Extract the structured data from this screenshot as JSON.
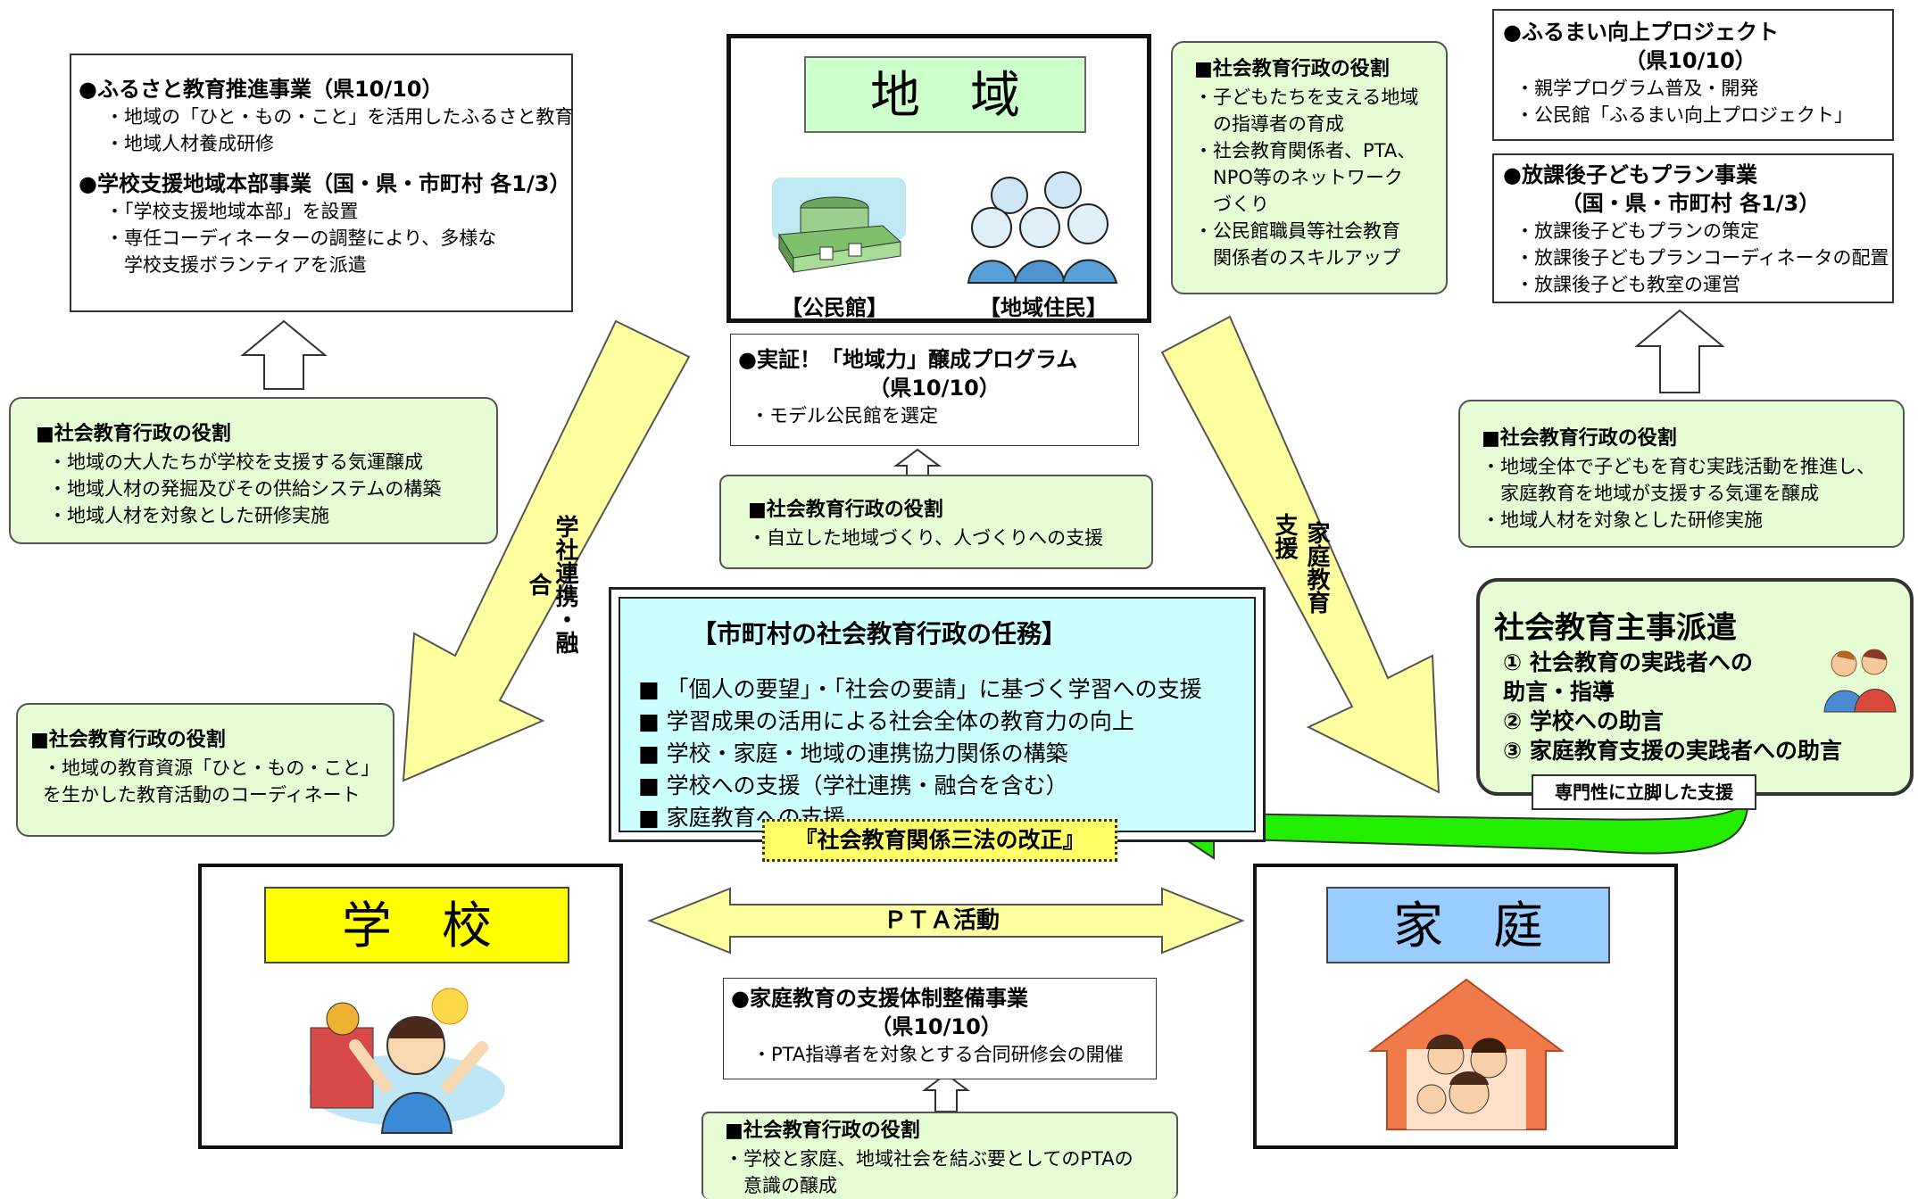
{
  "top_left": {
    "h1": "●ふるさと教育推進事業（県10/10）",
    "h1_items": [
      "・地域の「ひと・もの・こと」を活用したふるさと教育",
      "・地域人材養成研修"
    ],
    "h2": "●学校支援地域本部事業（国・県・市町村 各1/3）",
    "h2_items": [
      "・「学校支援地域本部」を設置",
      "・専任コーディネーターの調整により、多様な",
      "　学校支援ボランティアを派遣"
    ]
  },
  "green_left_top": {
    "title": "■社会教育行政の役割",
    "items": [
      "・地域の大人たちが学校を支援する気運醸成",
      "・地域人材の発掘及びその供給システムの構築",
      "・地域人材を対象とした研修実施"
    ]
  },
  "green_left_bottom": {
    "title": "■社会教育行政の役割",
    "items": [
      "・地域の教育資源「ひと・もの・こと」",
      "を生かした教育活動のコーディネート"
    ]
  },
  "region": {
    "title": "地　域",
    "label_left": "【公民館】",
    "label_right": "【地域住民】"
  },
  "jissho": {
    "title": "●実証！「地域力」醸成プログラム",
    "sub": "（県10/10）",
    "items": [
      "・モデル公民館を選定"
    ]
  },
  "green_center": {
    "title": "■社会教育行政の役割",
    "items": [
      "・自立した地域づくり、人づくりへの支援"
    ]
  },
  "green_top_right": {
    "title": "■社会教育行政の役割",
    "items": [
      "・子どもたちを支える地域",
      "　の指導者の育成",
      "・社会教育関係者、PTA、",
      "　NPO等のネットワーク",
      "　づくり",
      "・公民館職員等社会教育",
      "　関係者のスキルアップ"
    ]
  },
  "furumai": {
    "title": "●ふるまい向上プロジェクト",
    "sub": "（県10/10）",
    "items": [
      "・親学プログラム普及・開発",
      "・公民館「ふるまい向上プロジェクト」"
    ]
  },
  "houkago": {
    "title": "●放課後子どもプラン事業",
    "sub": "（国・県・市町村 各1/3）",
    "items": [
      "・放課後子どもプランの策定",
      "・放課後子どもプランコーディネータの配置",
      "・放課後子ども教室の運営"
    ]
  },
  "green_right": {
    "title": "■社会教育行政の役割",
    "items": [
      "・地域全体で子どもを育む実践活動を推進し、",
      "　家庭教育を地域が支援する気運を醸成",
      "・地域人材を対象とした研修実施"
    ]
  },
  "shuji": {
    "title": "社会教育主事派遣",
    "items": [
      "①  社会教育の実践者への",
      "     助言・指導",
      "②  学校への助言",
      "③  家庭教育支援の実践者への助言"
    ],
    "tag": "専門性に立脚した支援"
  },
  "center": {
    "title": "【市町村の社会教育行政の任務】",
    "items": [
      "■ 「個人の要望」・「社会の要請」に基づく学習への支援",
      "■ 学習成果の活用による社会全体の教育力の向上",
      "■ 学校・家庭・地域の連携協力関係の構築",
      "■ 学校への支援（学社連携・融合を含む）",
      "■ 家庭教育への支援"
    ],
    "law": "『社会教育関係三法の改正』"
  },
  "arrow_left_label": "学社連携・融合",
  "arrow_right_label_a": "支援",
  "arrow_right_label_b": "家庭教育",
  "pta_label": "ＰＴＡ活動",
  "school": {
    "title": "学　校"
  },
  "home": {
    "title": "家　庭"
  },
  "katei": {
    "title": "●家庭教育の支援体制整備事業",
    "sub": "（県10/10）",
    "items": [
      "・PTA指導者を対象とする合同研修会の開催"
    ]
  },
  "green_bottom": {
    "title": "■社会教育行政の役割",
    "items": [
      "・学校と家庭、地域社会を結ぶ要としてのPTAの",
      "　意識の醸成"
    ]
  },
  "colors": {
    "green_box": "#e6fcd4",
    "yellow": "#fbfb66",
    "blue": "#99ccff",
    "cyan": "#ccffff",
    "arrow": "#ffffa0"
  }
}
